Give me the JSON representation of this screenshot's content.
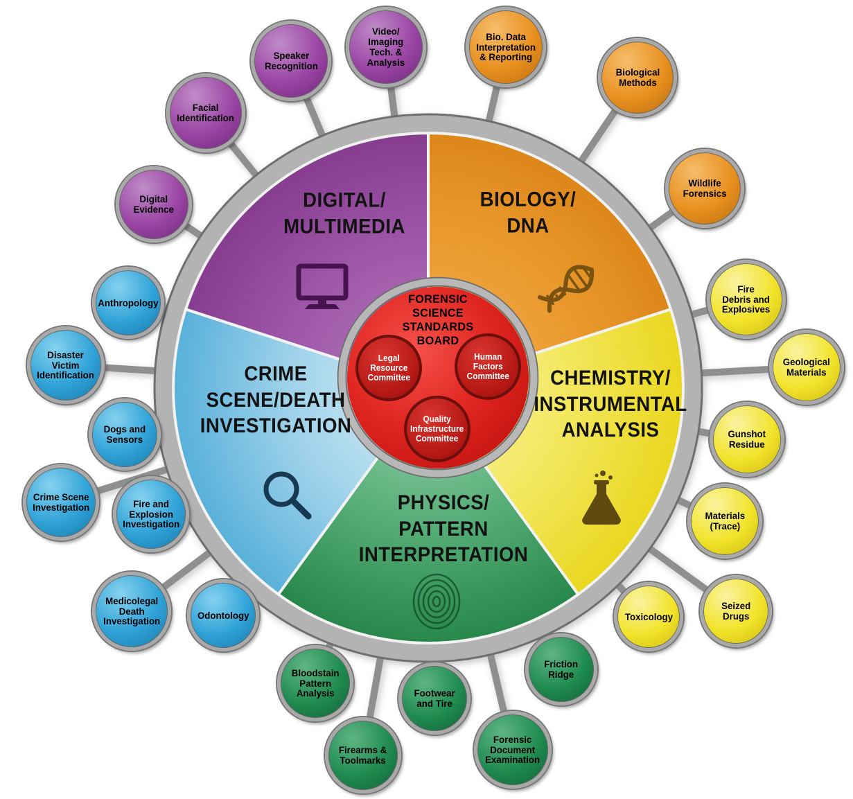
{
  "colors": {
    "digital_sector": "#8c4196",
    "biology_sector": "#e0891c",
    "chemistry_sector": "#ecd91f",
    "physics_sector": "#27874a",
    "crime_sector": "#58b0da",
    "board_red": "#d61d18",
    "ring_gray": "#b3b3b3"
  },
  "center": {
    "board_label": "FORENSIC\nSCIENCE\nSTANDARDS\nBOARD",
    "committees": [
      {
        "label": "Legal\nResource\nCommittee"
      },
      {
        "label": "Human\nFactors\nCommittee"
      },
      {
        "label": "Quality\nInfrastructure\nCommittee"
      }
    ]
  },
  "sectors": [
    {
      "id": "digital-multimedia",
      "label": "DIGITAL/\nMULTIMEDIA",
      "color": "#8c4196",
      "icon": "monitor-icon"
    },
    {
      "id": "biology-dna",
      "label": "BIOLOGY/\nDNA",
      "color": "#e0891c",
      "icon": "dna-icon"
    },
    {
      "id": "chemistry-instrumental-analysis",
      "label": "CHEMISTRY/\nINSTRUMENTAL\nANALYSIS",
      "color": "#ecd91f",
      "icon": "flask-icon"
    },
    {
      "id": "physics-pattern-interpretation",
      "label": "PHYSICS/\nPATTERN\nINTERPRETATION",
      "color": "#27874a",
      "icon": "fingerprint-icon"
    },
    {
      "id": "crime-scene-death-investigation",
      "label": "CRIME\nSCENE/DEATH\nINVESTIGATION",
      "color": "#58b0da",
      "icon": "magnifier-icon"
    }
  ],
  "satellites": [
    {
      "label": "Digital\nEvidence",
      "group": "digital-multimedia"
    },
    {
      "label": "Facial\nIdentification",
      "group": "digital-multimedia"
    },
    {
      "label": "Speaker\nRecognition",
      "group": "digital-multimedia"
    },
    {
      "label": "Video/\nImaging\nTech. &\nAnalysis",
      "group": "digital-multimedia"
    },
    {
      "label": "Bio. Data\nInterpretation\n& Reporting",
      "group": "biology-dna"
    },
    {
      "label": "Biological\nMethods",
      "group": "biology-dna"
    },
    {
      "label": "Wildlife\nForensics",
      "group": "biology-dna"
    },
    {
      "label": "Fire\nDebris and\nExplosives",
      "group": "chemistry-instrumental-analysis"
    },
    {
      "label": "Geological\nMaterials",
      "group": "chemistry-instrumental-analysis"
    },
    {
      "label": "Gunshot\nResidue",
      "group": "chemistry-instrumental-analysis"
    },
    {
      "label": "Materials\n(Trace)",
      "group": "chemistry-instrumental-analysis"
    },
    {
      "label": "Seized\nDrugs",
      "group": "chemistry-instrumental-analysis"
    },
    {
      "label": "Toxicology",
      "group": "chemistry-instrumental-analysis"
    },
    {
      "label": "Friction\nRidge",
      "group": "physics-pattern-interpretation"
    },
    {
      "label": "Forensic\nDocument\nExamination",
      "group": "physics-pattern-interpretation"
    },
    {
      "label": "Footwear\nand Tire",
      "group": "physics-pattern-interpretation"
    },
    {
      "label": "Firearms &\nToolmarks",
      "group": "physics-pattern-interpretation"
    },
    {
      "label": "Bloodstain\nPattern\nAnalysis",
      "group": "physics-pattern-interpretation"
    },
    {
      "label": "Odontology",
      "group": "crime-scene-death-investigation"
    },
    {
      "label": "Medicolegal\nDeath\nInvestigation",
      "group": "crime-scene-death-investigation"
    },
    {
      "label": "Fire and\nExplosion\nInvestigation",
      "group": "crime-scene-death-investigation"
    },
    {
      "label": "Crime Scene\nInvestigation",
      "group": "crime-scene-death-investigation"
    },
    {
      "label": "Dogs and\nSensors",
      "group": "crime-scene-death-investigation"
    },
    {
      "label": "Disaster\nVictim\nIdentification",
      "group": "crime-scene-death-investigation"
    },
    {
      "label": "Anthropology",
      "group": "crime-scene-death-investigation"
    }
  ]
}
